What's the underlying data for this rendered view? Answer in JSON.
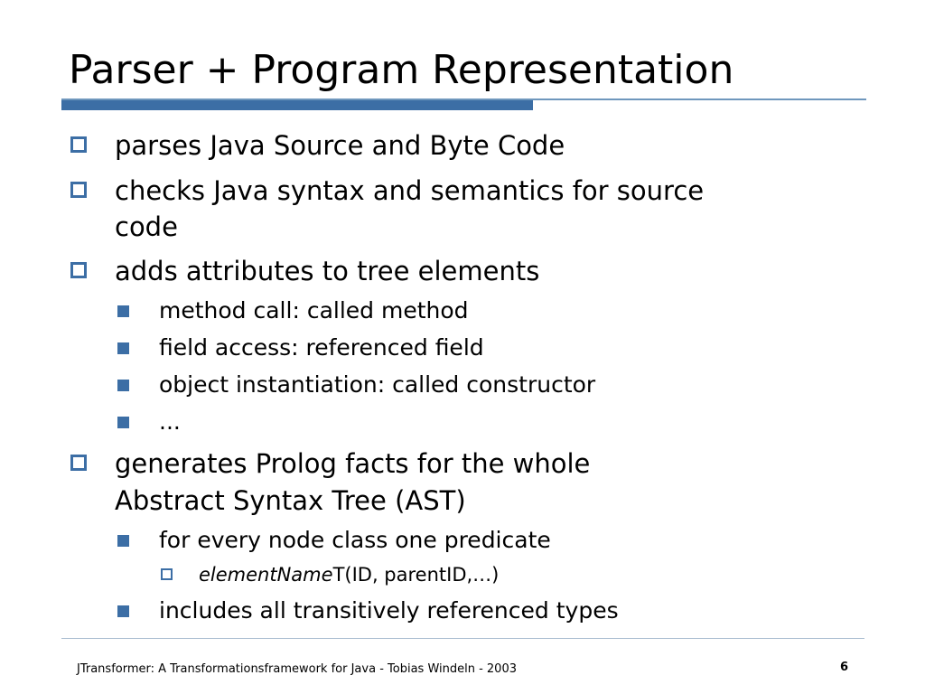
{
  "slide": {
    "title": "Parser + Program Representation",
    "bullets": [
      {
        "text": "parses Java Source and Byte Code"
      },
      {
        "text_line1": "checks Java syntax and semantics for source",
        "text_line2": "code"
      },
      {
        "text": "adds attributes to tree elements",
        "children": [
          "method call: called method",
          "field access: referenced field",
          "object instantiation: called constructor",
          "..."
        ]
      },
      {
        "text_line1": "generates Prolog facts for the whole",
        "text_line2": "Abstract Syntax Tree (AST)",
        "children": [
          {
            "text": "for every node class one predicate",
            "children": [
              {
                "italic": "elementName",
                "rest": "T(ID, parentID,…)"
              }
            ]
          },
          {
            "text": "includes all transitively referenced types"
          }
        ]
      }
    ]
  },
  "footer": {
    "text": "JTransformer: A Transformationsframework for Java - Tobias Windeln - 2003",
    "page_number": "6"
  },
  "colors": {
    "accent": "#3c6ea5",
    "thin_rule": "#6f97bd"
  }
}
